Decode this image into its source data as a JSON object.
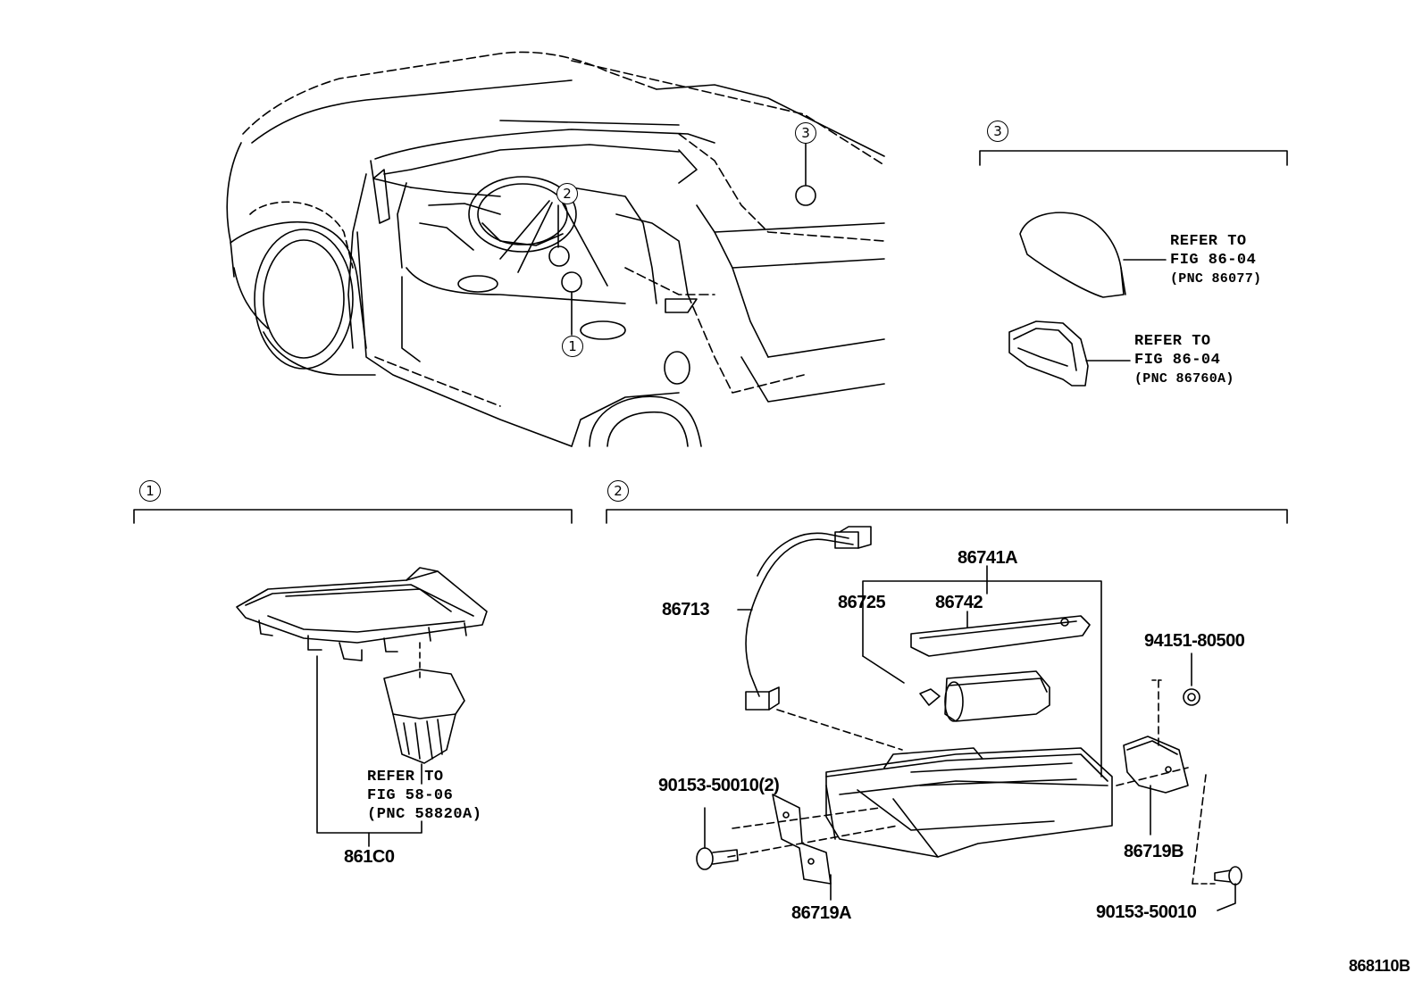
{
  "callouts": {
    "c1": "1",
    "c2": "2",
    "c3": "3"
  },
  "section3": {
    "ref1": {
      "line1": "REFER TO",
      "line2": "FIG 86-04",
      "line3": "(PNC 86077)"
    },
    "ref2": {
      "line1": "REFER TO",
      "line2": "FIG 86-04",
      "line3": "(PNC 86760A)"
    }
  },
  "section1": {
    "ref": {
      "line1": "REFER TO",
      "line2": "FIG 58-06",
      "line3": "(PNC 58820A)"
    },
    "part": "861C0"
  },
  "section2": {
    "parts": {
      "p86741A": "86741A",
      "p86725": "86725",
      "p86742": "86742",
      "p86713": "86713",
      "p94151": "94151-80500",
      "p90153q": "90153-50010(2)",
      "p86719B": "86719B",
      "p86719A": "86719A",
      "p90153": "90153-50010"
    }
  },
  "figure_id": "868110B"
}
